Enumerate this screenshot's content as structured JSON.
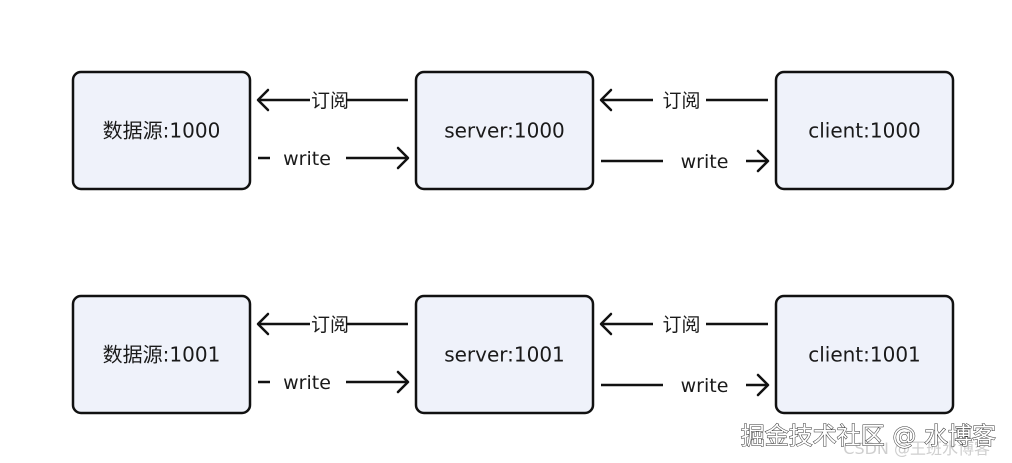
{
  "rows": [
    {
      "nodes": [
        "数据源:1000",
        "server:1000",
        "client:1000"
      ],
      "subscribe_label": "订阅",
      "write_label": "write"
    },
    {
      "nodes": [
        "数据源:1001",
        "server:1001",
        "client:1001"
      ],
      "subscribe_label": "订阅",
      "write_label": "write"
    }
  ],
  "watermark": {
    "main": "掘金技术社区 @ 水博客",
    "sub": "CSDN @王班水博客"
  },
  "colors": {
    "node_fill": "#eff2fa",
    "stroke": "#111111"
  }
}
